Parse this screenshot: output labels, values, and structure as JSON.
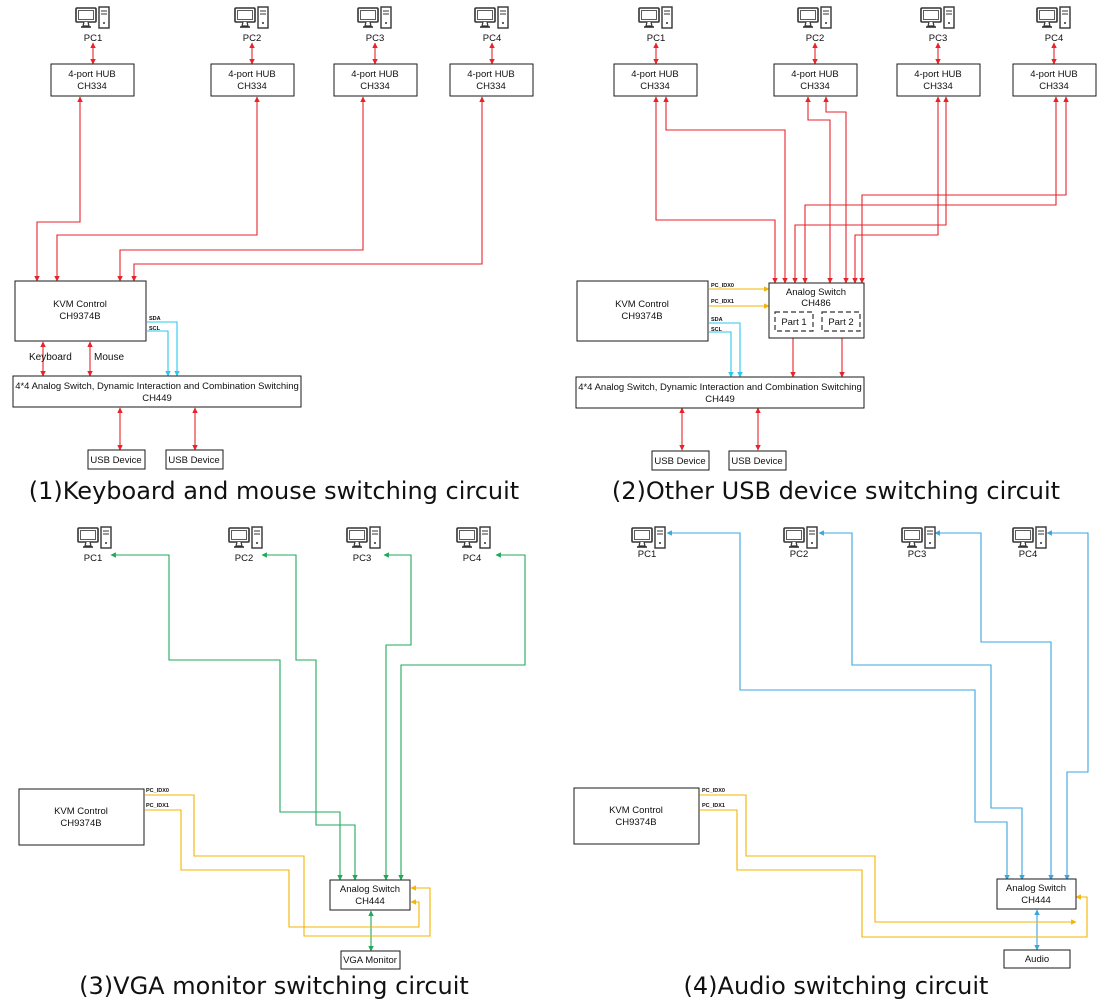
{
  "colors": {
    "usb": "#e8232a",
    "i2c": "#29c8f0",
    "ctrl": "#f4b400",
    "video": "#1faa59",
    "audio": "#3aa7dc"
  },
  "icon": "desktop-computer-icon",
  "panels": [
    {
      "caption": "(1)Keyboard and mouse switching circuit",
      "pcs": [
        "PC1",
        "PC2",
        "PC3",
        "PC4"
      ],
      "hub": {
        "line1": "4-port HUB",
        "line2": "CH334"
      },
      "kvm": {
        "line1": "KVM Control",
        "line2": "CH9374B"
      },
      "signals": [
        "SDA",
        "SCL"
      ],
      "side_labels": [
        "Keyboard",
        "Mouse"
      ],
      "switch": {
        "line1": "4*4 Analog Switch, Dynamic Interaction and Combination Switching",
        "line2": "CH449"
      },
      "devices": [
        "USB Device",
        "USB Device"
      ]
    },
    {
      "caption": "(2)Other USB device switching circuit",
      "pcs": [
        "PC1",
        "PC2",
        "PC3",
        "PC4"
      ],
      "hub": {
        "line1": "4-port HUB",
        "line2": "CH334"
      },
      "kvm": {
        "line1": "KVM Control",
        "line2": "CH9374B"
      },
      "signals": [
        "SDA",
        "SCL",
        "PC_IDX0",
        "PC_IDX1"
      ],
      "analog": {
        "line1": "Analog Switch",
        "line2": "CH486",
        "parts": [
          "Part 1",
          "Part 2"
        ]
      },
      "switch": {
        "line1": "4*4 Analog Switch, Dynamic Interaction and Combination Switching",
        "line2": "CH449"
      },
      "devices": [
        "USB Device",
        "USB Device"
      ]
    },
    {
      "caption": "(3)VGA monitor switching circuit",
      "pcs": [
        "PC1",
        "PC2",
        "PC3",
        "PC4"
      ],
      "kvm": {
        "line1": "KVM Control",
        "line2": "CH9374B"
      },
      "signals": [
        "PC_IDX0",
        "PC_IDX1"
      ],
      "analog": {
        "line1": "Analog Switch",
        "line2": "CH444"
      },
      "output": "VGA Monitor"
    },
    {
      "caption": "(4)Audio switching circuit",
      "pcs": [
        "PC1",
        "PC2",
        "PC3",
        "PC4"
      ],
      "kvm": {
        "line1": "KVM Control",
        "line2": "CH9374B"
      },
      "signals": [
        "PC_IDX0",
        "PC_IDX1"
      ],
      "analog": {
        "line1": "Analog Switch",
        "line2": "CH444"
      },
      "output": "Audio"
    }
  ]
}
